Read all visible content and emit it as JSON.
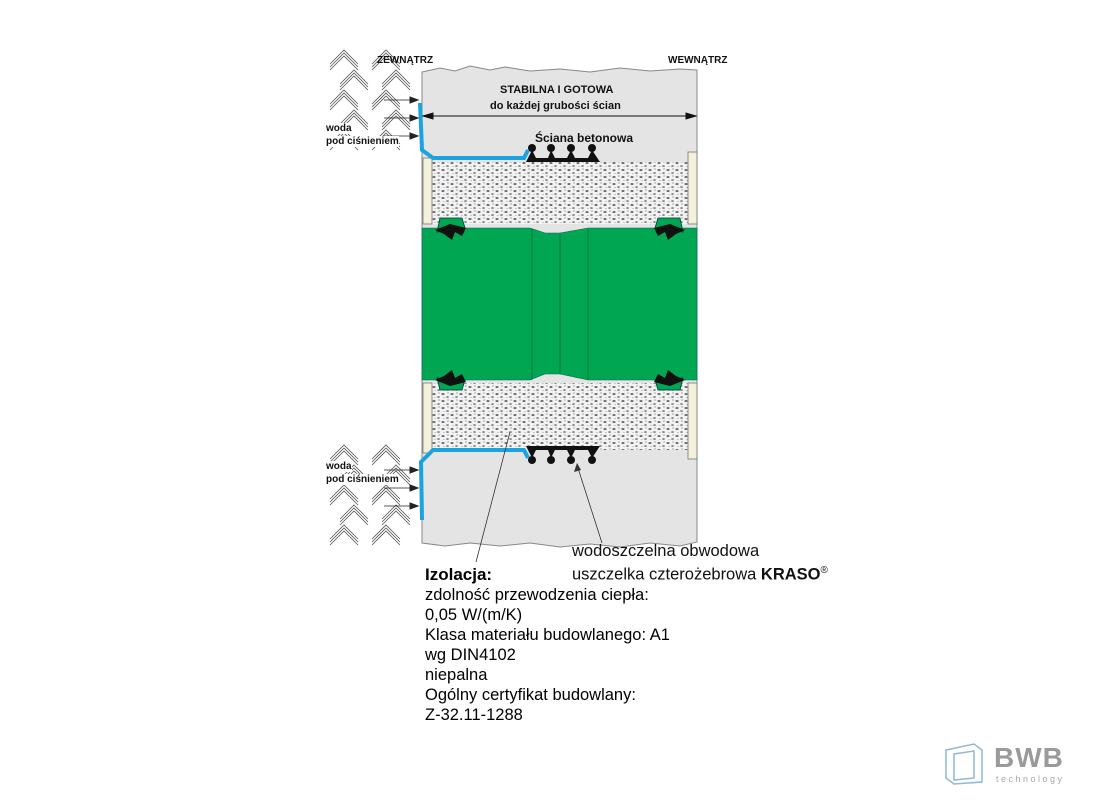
{
  "labels": {
    "outside": "ZEWNĄTRZ",
    "inside": "WEWNĄTRZ",
    "stable_title": "STABILNA I GOTOWA",
    "stable_sub": "do każdej grubości ścian",
    "wall": "Ściana betonowa",
    "water_top_1": "woda",
    "water_top_2": "pod ciśnieniem",
    "water_bottom_1": "woda",
    "water_bottom_2": "pod ciśnieniem",
    "seal_line1": "wodoszczelna obwodowa",
    "seal_line2": "uszczelka czterożebrowa",
    "seal_brand": "KRASO",
    "seal_reg": "®"
  },
  "insulation": {
    "title": "Izolacja:",
    "lines": [
      "zdolność przewodzenia ciepła:",
      "0,05 W/(m/K)",
      "Klasa materiału budowlanego: A1",
      "wg DIN4102",
      "niepalna",
      "Ogólny certyfikat budowlany:",
      "Z-32.11-1288"
    ]
  },
  "logo": {
    "name": "BWB",
    "tagline": "technology"
  },
  "colors": {
    "pipe": "#00a651",
    "membrane": "#1aa3df",
    "wall": "#e4e4e4",
    "logo_blue": "#8fb8d8",
    "logo_gray": "#9a9a9a"
  }
}
